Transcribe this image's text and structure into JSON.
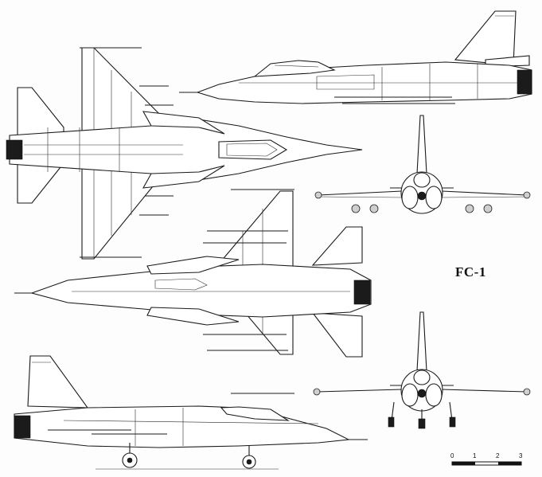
{
  "title": "FC-1",
  "scale": {
    "labels": [
      "0",
      "1",
      "2",
      "3"
    ]
  }
}
